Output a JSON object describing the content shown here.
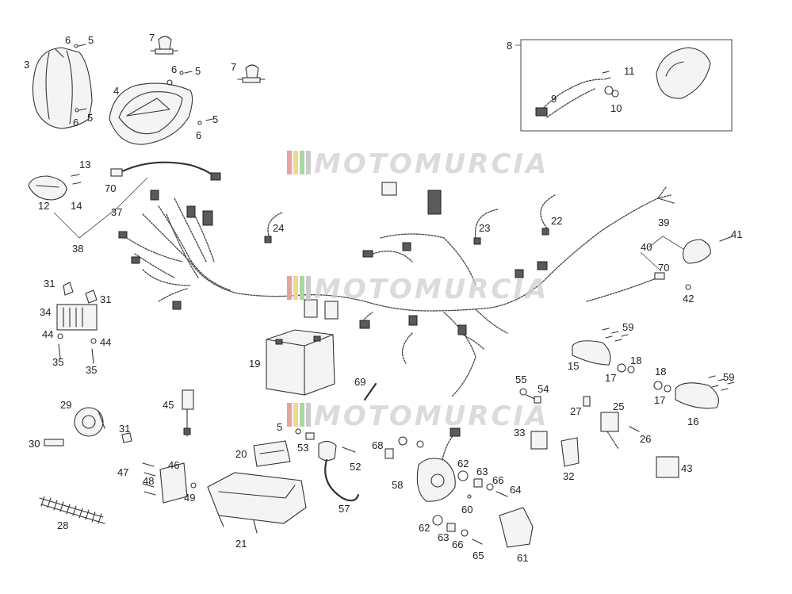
{
  "watermark": {
    "text": "MOTOMURCIA",
    "colors": [
      "#e8a0a0",
      "#f0d890",
      "#a8d8a0",
      "#cccccc"
    ]
  },
  "callouts": [
    {
      "id": "c3a",
      "label": "3"
    },
    {
      "id": "c6a",
      "label": "6"
    },
    {
      "id": "c5a",
      "label": "5"
    },
    {
      "id": "c6b",
      "label": "6"
    },
    {
      "id": "c5b",
      "label": "5"
    },
    {
      "id": "c7a",
      "label": "7"
    },
    {
      "id": "c4",
      "label": "4"
    },
    {
      "id": "c6c",
      "label": "6"
    },
    {
      "id": "c5c",
      "label": "5"
    },
    {
      "id": "c7b",
      "label": "7"
    },
    {
      "id": "c6d",
      "label": "6"
    },
    {
      "id": "c5d",
      "label": "5"
    },
    {
      "id": "c8",
      "label": "8"
    },
    {
      "id": "c9",
      "label": "9"
    },
    {
      "id": "c10",
      "label": "10"
    },
    {
      "id": "c11",
      "label": "11"
    },
    {
      "id": "c13",
      "label": "13"
    },
    {
      "id": "c12",
      "label": "12"
    },
    {
      "id": "c14",
      "label": "14"
    },
    {
      "id": "c70a",
      "label": "70"
    },
    {
      "id": "c37",
      "label": "37"
    },
    {
      "id": "c38",
      "label": "38"
    },
    {
      "id": "c24",
      "label": "24"
    },
    {
      "id": "c23",
      "label": "23"
    },
    {
      "id": "c22",
      "label": "22"
    },
    {
      "id": "c39",
      "label": "39"
    },
    {
      "id": "c40",
      "label": "40"
    },
    {
      "id": "c70b",
      "label": "70"
    },
    {
      "id": "c41",
      "label": "41"
    },
    {
      "id": "c42",
      "label": "42"
    },
    {
      "id": "c31a",
      "label": "31"
    },
    {
      "id": "c31b",
      "label": "31"
    },
    {
      "id": "c34",
      "label": "34"
    },
    {
      "id": "c44a",
      "label": "44"
    },
    {
      "id": "c44b",
      "label": "44"
    },
    {
      "id": "c35a",
      "label": "35"
    },
    {
      "id": "c35b",
      "label": "35"
    },
    {
      "id": "c19",
      "label": "19"
    },
    {
      "id": "c59a",
      "label": "59"
    },
    {
      "id": "c15",
      "label": "15"
    },
    {
      "id": "c17a",
      "label": "17"
    },
    {
      "id": "c18a",
      "label": "18"
    },
    {
      "id": "c18b",
      "label": "18"
    },
    {
      "id": "c59b",
      "label": "59"
    },
    {
      "id": "c17b",
      "label": "17"
    },
    {
      "id": "c16",
      "label": "16"
    },
    {
      "id": "c29",
      "label": "29"
    },
    {
      "id": "c30",
      "label": "30"
    },
    {
      "id": "c31c",
      "label": "31"
    },
    {
      "id": "c45",
      "label": "45"
    },
    {
      "id": "c69",
      "label": "69"
    },
    {
      "id": "c55",
      "label": "55"
    },
    {
      "id": "c54",
      "label": "54"
    },
    {
      "id": "c27",
      "label": "27"
    },
    {
      "id": "c25",
      "label": "25"
    },
    {
      "id": "c26",
      "label": "26"
    },
    {
      "id": "c33",
      "label": "33"
    },
    {
      "id": "c32",
      "label": "32"
    },
    {
      "id": "c43",
      "label": "43"
    },
    {
      "id": "c5e",
      "label": "5"
    },
    {
      "id": "c53",
      "label": "53"
    },
    {
      "id": "c52",
      "label": "52"
    },
    {
      "id": "c68",
      "label": "68"
    },
    {
      "id": "c20",
      "label": "20"
    },
    {
      "id": "c47",
      "label": "47"
    },
    {
      "id": "c46",
      "label": "46"
    },
    {
      "id": "c48",
      "label": "48"
    },
    {
      "id": "c49",
      "label": "49"
    },
    {
      "id": "c57",
      "label": "57"
    },
    {
      "id": "c58",
      "label": "58"
    },
    {
      "id": "c62a",
      "label": "62"
    },
    {
      "id": "c63a",
      "label": "63"
    },
    {
      "id": "c66a",
      "label": "66"
    },
    {
      "id": "c64",
      "label": "64"
    },
    {
      "id": "c60",
      "label": "60"
    },
    {
      "id": "c28",
      "label": "28"
    },
    {
      "id": "c21",
      "label": "21"
    },
    {
      "id": "c62b",
      "label": "62"
    },
    {
      "id": "c63b",
      "label": "63"
    },
    {
      "id": "c66b",
      "label": "66"
    },
    {
      "id": "c65",
      "label": "65"
    },
    {
      "id": "c61",
      "label": "61"
    }
  ]
}
